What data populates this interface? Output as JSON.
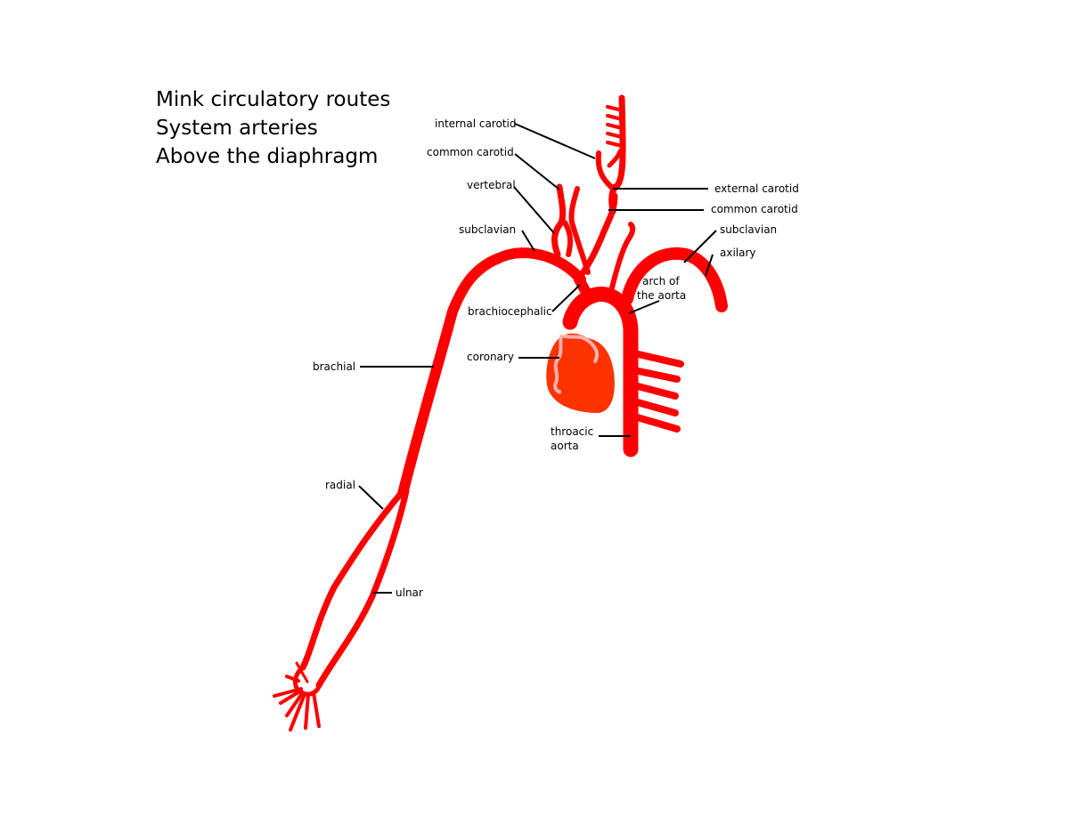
{
  "title": {
    "line1": "Mink circulatory routes",
    "line2": "System arteries",
    "line3": "Above the diaphragm"
  },
  "labels": {
    "internal_carotid": "internal carotid",
    "common_carotid_left": "common carotid",
    "vertebral": "vertebral",
    "subclavian_left": "subclavian",
    "brachiocephalic": "brachiocephalic",
    "coronary": "coronary",
    "brachial": "brachial",
    "radial": "radial",
    "ulnar": "ulnar",
    "external_carotid": "external carotid",
    "common_carotid_right": "common carotid",
    "subclavian_right": "subclavian",
    "axilary": "axilary",
    "arch_line1": "arch of",
    "arch_line2": "the aorta",
    "thoracic_line1": "throacic",
    "thoracic_line2": "aorta"
  },
  "colors": {
    "artery": "#ff0000",
    "heart": "#ff3300",
    "coronary_vessel": "#ffb0b0",
    "text": "#000000"
  }
}
